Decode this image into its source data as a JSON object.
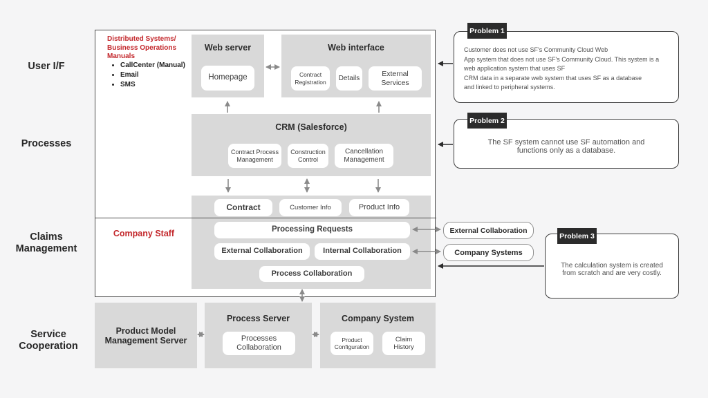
{
  "colors": {
    "accent_red": "#c3272b",
    "panel_gray": "#d9d9d9",
    "ink": "#2b2b2b",
    "page_bg": "#f5f5f6"
  },
  "left_labels": {
    "user_if": "User I/F",
    "processes": "Processes",
    "claims": "Claims\nManagement",
    "service": "Service\nCooperation"
  },
  "manuals": {
    "heading": "Distributed Systems/\nBusiness Operations\nManuals",
    "items": [
      "CallCenter (Manual)",
      "Email",
      "SMS"
    ]
  },
  "web_server": {
    "title": "Web server",
    "homepage": "Homepage"
  },
  "web_interface": {
    "title": "Web interface",
    "items": [
      "Contract Registration",
      "Details",
      "External Services"
    ]
  },
  "crm": {
    "title": "CRM (Salesforce)",
    "items": [
      "Contract Process Management",
      "Construction Control",
      "Cancellation Management"
    ]
  },
  "data_row": {
    "items": [
      "Contract",
      "Customer Info",
      "Product Info"
    ]
  },
  "claims": {
    "staff_label": "Company Staff",
    "processing_requests": "Processing Requests",
    "external_collaboration": "External Collaboration",
    "internal_collaboration": "Internal Collaboration",
    "process_collaboration": "Process Collaboration"
  },
  "side_links": {
    "external_collaboration": "External Collaboration",
    "company_systems": "Company Systems"
  },
  "problems": [
    {
      "label": "Problem 1",
      "text": "Customer does not use SF's Community Cloud Web\nApp system that does not use SF's Community Cloud. This system is a\nweb application system that uses SF\nCRM data in a separate web system that uses SF as a database\nand linked to peripheral systems."
    },
    {
      "label": "Problem 2",
      "text": "The SF system cannot use SF automation and\nfunctions only as a database."
    },
    {
      "label": "Problem 3",
      "text": "The calculation system is created\nfrom scratch and are very costly."
    }
  ],
  "service_row": {
    "product_model_server": "Product Model\nManagement Server",
    "process_server": {
      "title": "Process Server",
      "item": "Processes Collaboration"
    },
    "company_system": {
      "title": "Company System",
      "items": [
        "Product Configuration",
        "Claim History"
      ]
    }
  }
}
